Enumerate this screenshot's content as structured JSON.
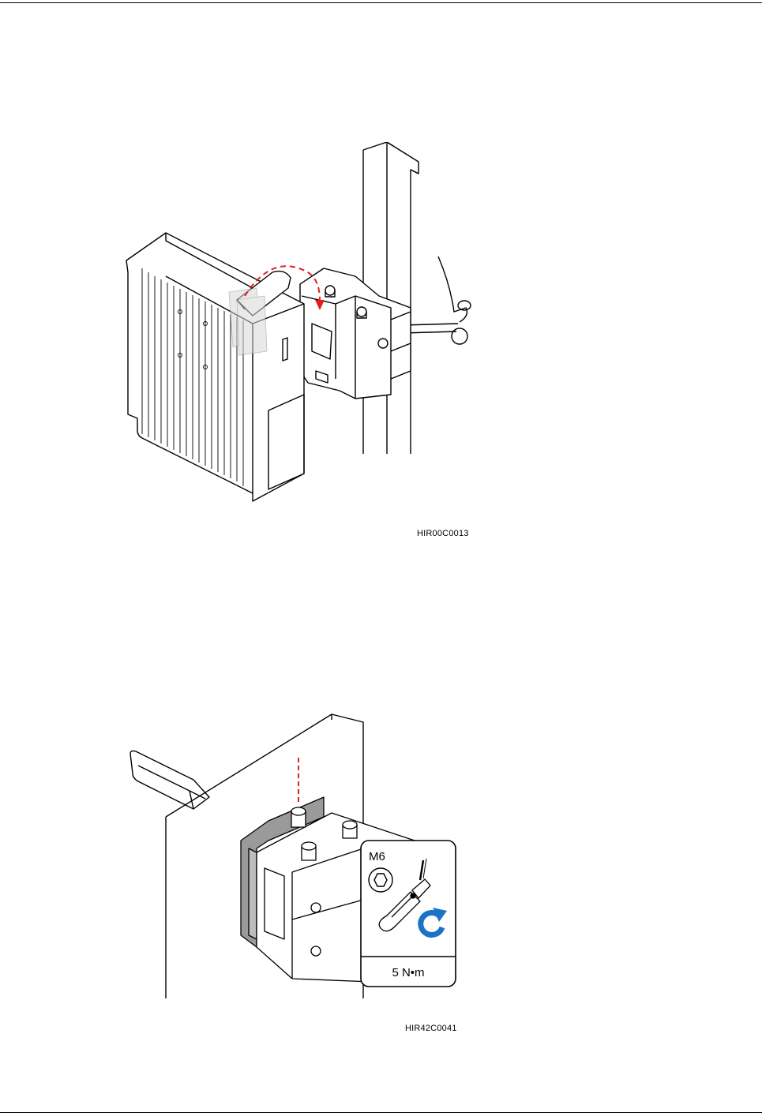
{
  "figures": [
    {
      "id_label": "HIR00C0013",
      "icon": "odu-mounting-on-pole-illustration"
    },
    {
      "id_label": "HIR42C0041",
      "icon": "bracket-screw-tightening-illustration",
      "callout": {
        "screw_size": "M6",
        "torque": "5 N•m",
        "tool_icon": "hex-screwdriver-icon",
        "direction_icon": "clockwise-arrow-icon",
        "accent_color": "#1a73c7"
      }
    }
  ],
  "colors": {
    "guide_line": "#e02020",
    "line": "#000000",
    "bracket_shade": "#9a9a9a"
  }
}
